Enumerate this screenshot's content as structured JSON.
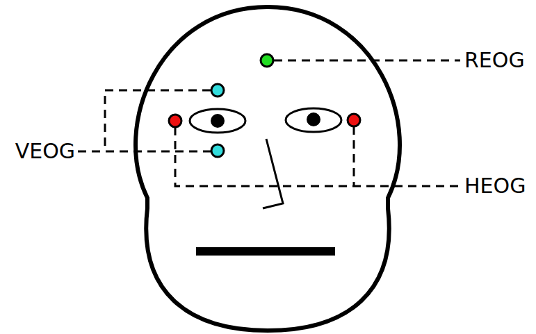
{
  "diagram": {
    "labels": [
      "REOG",
      "VEOG",
      "HEOG"
    ]
  }
}
